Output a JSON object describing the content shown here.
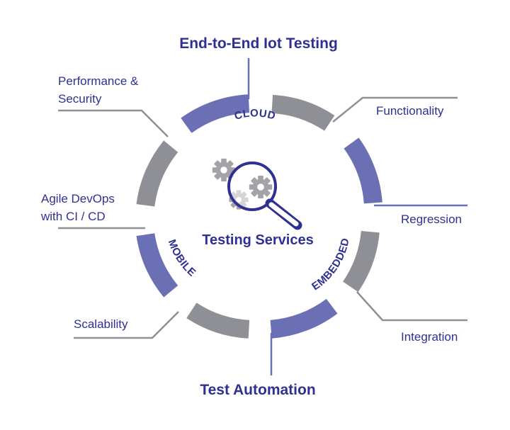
{
  "diagram": {
    "title_top": "End-to-End Iot Testing",
    "title_bottom": "Test Automation",
    "center_label": "Testing Services",
    "ring_labels": {
      "cloud": "CLOUD",
      "mobile": "MOBILE",
      "embedded": "EMBEDDED"
    },
    "left_labels": {
      "performance_line1": "Performance &",
      "performance_line2": "Security",
      "agile_line1": "Agile DevOps",
      "agile_line2": "with CI / CD",
      "scalability": "Scalability"
    },
    "right_labels": {
      "functionality": "Functionality",
      "regression": "Regression",
      "integration": "Integration"
    },
    "colors": {
      "blue": "#6b6fb4",
      "gray": "#8f8f96",
      "text": "#2e3192",
      "gear": "#a3a3a8"
    },
    "icons": [
      "gear-icon",
      "magnifier-icon"
    ]
  }
}
